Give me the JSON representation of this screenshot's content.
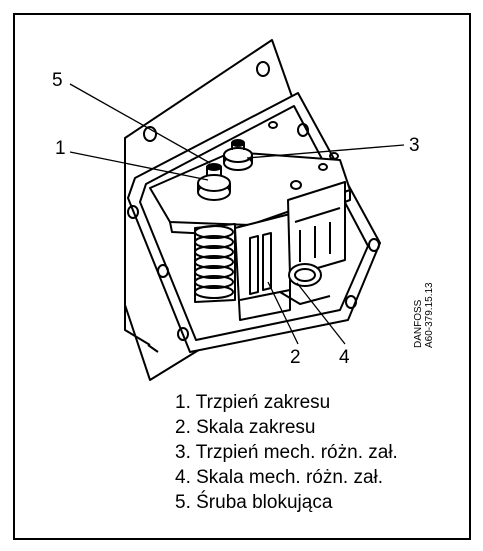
{
  "callouts": {
    "c1": "1",
    "c2": "2",
    "c3": "3",
    "c4": "4",
    "c5": "5"
  },
  "drawing_code": {
    "line1": "DANFOSS",
    "line2": "A60-379.15.13"
  },
  "legend": [
    "1. Trzpień zakresu",
    "2. Skala zakresu",
    "3. Trzpień mech. różn. zał.",
    "4. Skala mech. różn. zał.",
    "5. Śruba blokująca"
  ],
  "colors": {
    "line": "#000000",
    "background": "#ffffff"
  }
}
